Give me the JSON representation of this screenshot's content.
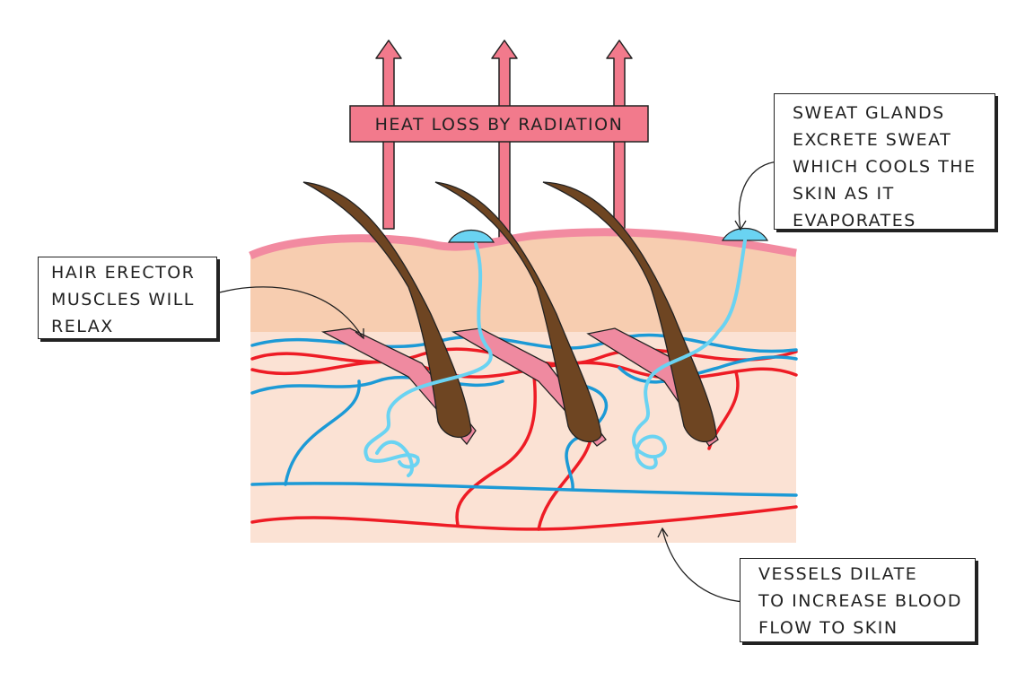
{
  "banner": {
    "label": "HEAT LOSS BY RADIATION"
  },
  "callouts": {
    "sweat": {
      "lines": [
        "SWEAT GLANDS",
        "EXCRETE SWEAT",
        "WHICH COOLS THE",
        "SKIN AS IT",
        "EVAPORATES"
      ]
    },
    "hair": {
      "lines": [
        "HAIR ERECTOR",
        "MUSCLES WILL",
        "RELAX"
      ]
    },
    "vessels": {
      "lines": [
        "VESSELS DILATE",
        "TO INCREASE BLOOD",
        "FLOW TO SKIN"
      ]
    }
  },
  "colors": {
    "banner": "#f27a8c",
    "epidermis_edge": "#f28aa0",
    "epidermis": "#f7cdb0",
    "dermis": "#fbe2d4",
    "hair": "#6e4522",
    "muscle": "#ef8aa0",
    "artery": "#ee1c25",
    "vein": "#1c9ad6",
    "sweat": "#6ad3f2"
  }
}
